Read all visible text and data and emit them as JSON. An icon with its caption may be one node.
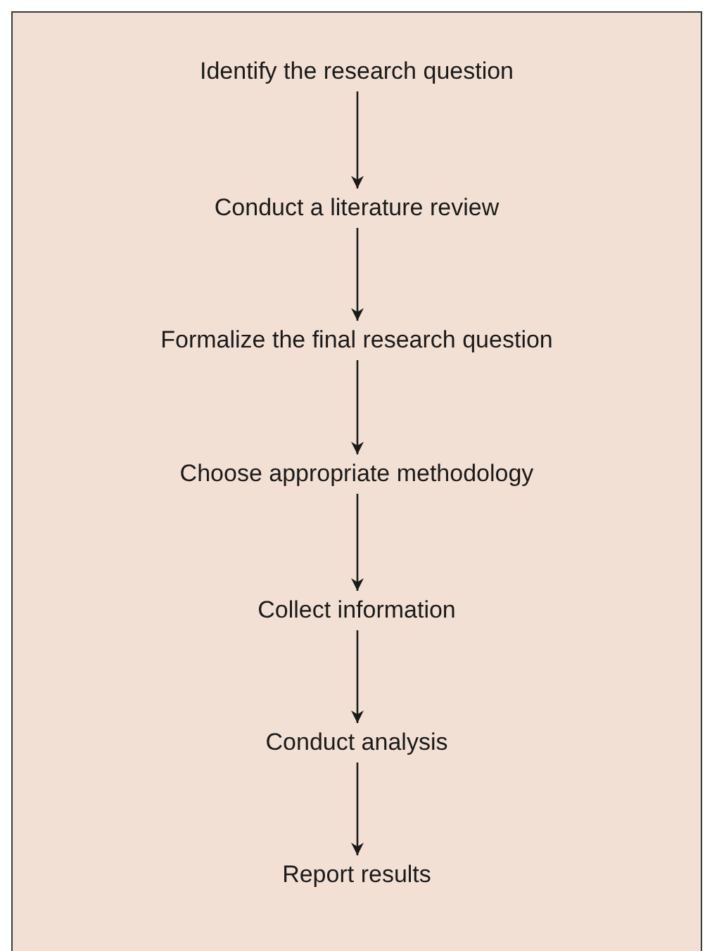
{
  "diagram": {
    "nodes": [
      {
        "text": [
          "Identify the research question"
        ]
      },
      {
        "text": [
          "Conduct a literature review"
        ]
      },
      {
        "text": [
          "Formalize the final research question"
        ]
      },
      {
        "text": [
          "Choose appropriate methodology"
        ]
      },
      {
        "text": [
          "Collect information"
        ]
      },
      {
        "text": [
          "Conduct analysis"
        ]
      },
      {
        "text": [
          "Report results"
        ]
      }
    ],
    "edges": [
      {
        "from": 0,
        "to": 1,
        "arrow": "to"
      },
      {
        "from": 1,
        "to": 2,
        "arrow": "to"
      },
      {
        "from": 2,
        "to": 3,
        "arrow": "to"
      },
      {
        "from": 3,
        "to": 4,
        "arrow": "to"
      },
      {
        "from": 4,
        "to": 5,
        "arrow": "to"
      },
      {
        "from": 5,
        "to": 6,
        "arrow": "to"
      }
    ]
  }
}
